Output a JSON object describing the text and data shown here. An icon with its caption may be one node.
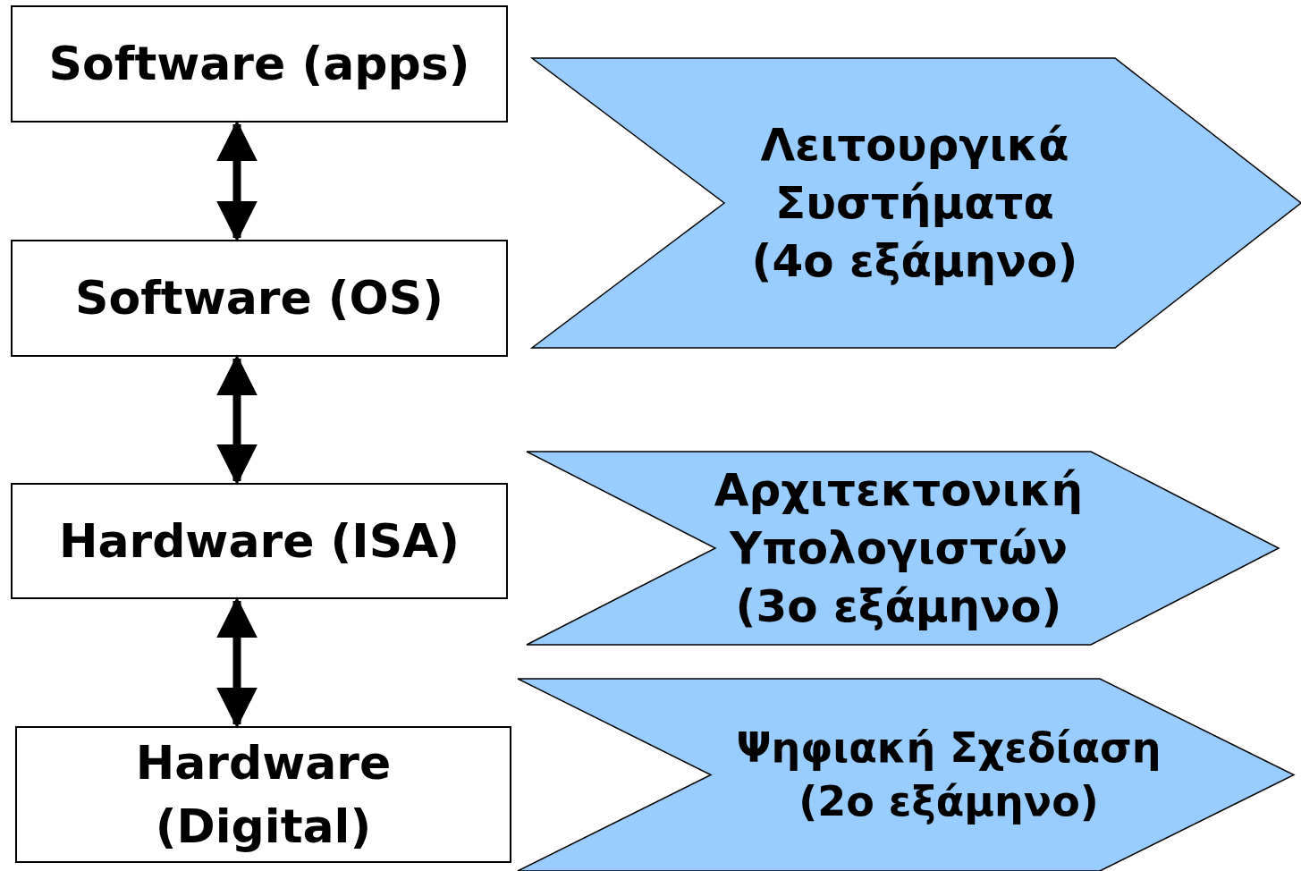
{
  "diagram": {
    "nodes": [
      {
        "text": [
          "Software (apps)"
        ]
      },
      {
        "text": [
          "Software (OS)"
        ]
      },
      {
        "text": [
          "Hardware (ISA)"
        ]
      },
      {
        "text": [
          "Hardware (Digital)"
        ]
      },
      {
        "text": [
          "Λειτουργικά Συστήματα (4ο εξάμηνο)"
        ]
      },
      {
        "text": [
          "Αρχιτεκτονική Υπολογιστών (3ο εξάμηνο)"
        ]
      },
      {
        "text": [
          "Ψηφιακή Σχεδίαση (2ο εξάμηνο)"
        ]
      }
    ],
    "edges": [
      {
        "from": 0,
        "to": 1,
        "arrow": "both"
      },
      {
        "from": 1,
        "to": 2,
        "arrow": "both"
      },
      {
        "from": 2,
        "to": 3,
        "arrow": "both"
      }
    ]
  }
}
